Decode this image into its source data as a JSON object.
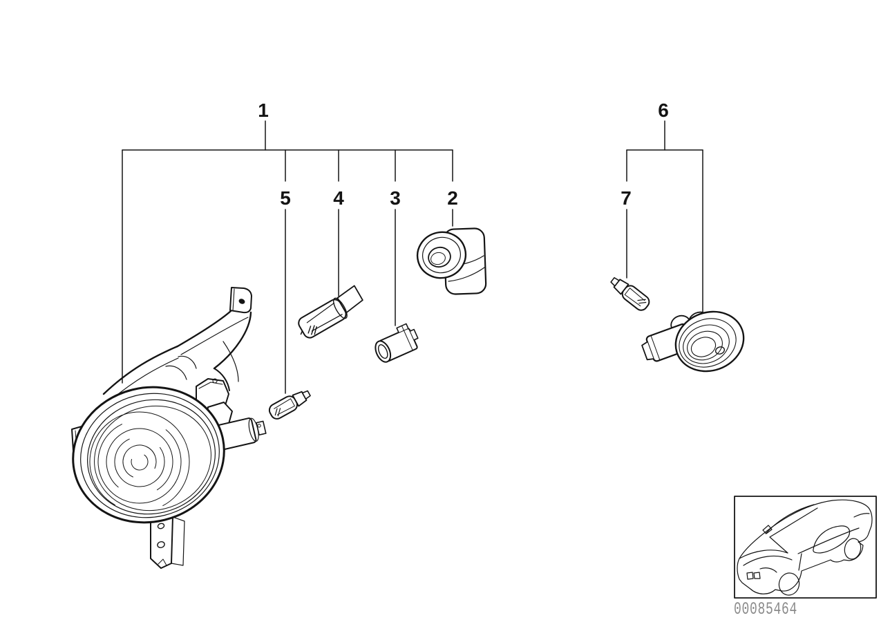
{
  "colors": {
    "background": "#ffffff",
    "line": "#141414",
    "muted_text": "#8a8a8a"
  },
  "callouts": {
    "c1": "1",
    "c2": "2",
    "c3": "3",
    "c4": "4",
    "c5": "5",
    "c6": "6",
    "c7": "7"
  },
  "footer": {
    "image_number": "00085464"
  }
}
